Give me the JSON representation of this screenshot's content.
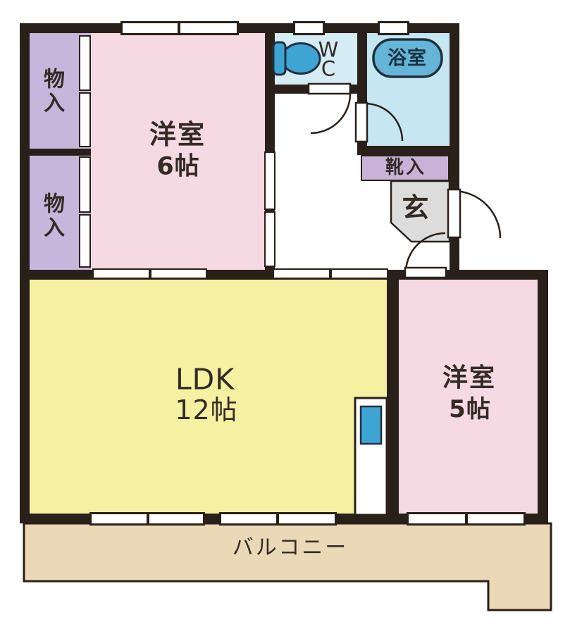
{
  "plan": {
    "type": "japanese-apartment-floor-plan",
    "rooms": {
      "storage_upper": {
        "label": "物入"
      },
      "storage_lower": {
        "label": "物入"
      },
      "western6": {
        "name": "洋室",
        "size": "6帖"
      },
      "wc": {
        "label": "WC"
      },
      "bath": {
        "label": "浴室"
      },
      "shoe_cabinet": {
        "label": "靴入"
      },
      "entrance": {
        "label": "玄"
      },
      "ldk": {
        "name": "LDK",
        "size": "12帖"
      },
      "western5": {
        "name": "洋室",
        "size": "5帖"
      },
      "balcony": {
        "label": "バルコニー"
      }
    },
    "colors": {
      "wall": "#29201a",
      "room_pink": "#f5d9e3",
      "closet_purple": "#c6b6db",
      "shoe_purple": "#c9b2d8",
      "ldk_yellow": "#f5f0a2",
      "balcony_tan": "#ead8b6",
      "entrance_gray": "#dcdcdd",
      "wc_blue": "#d6ecf5",
      "bath_blue": "#c6e6f2",
      "fixture_blue": "#3ea4d4",
      "tub_blue": "#64b5d8"
    }
  }
}
